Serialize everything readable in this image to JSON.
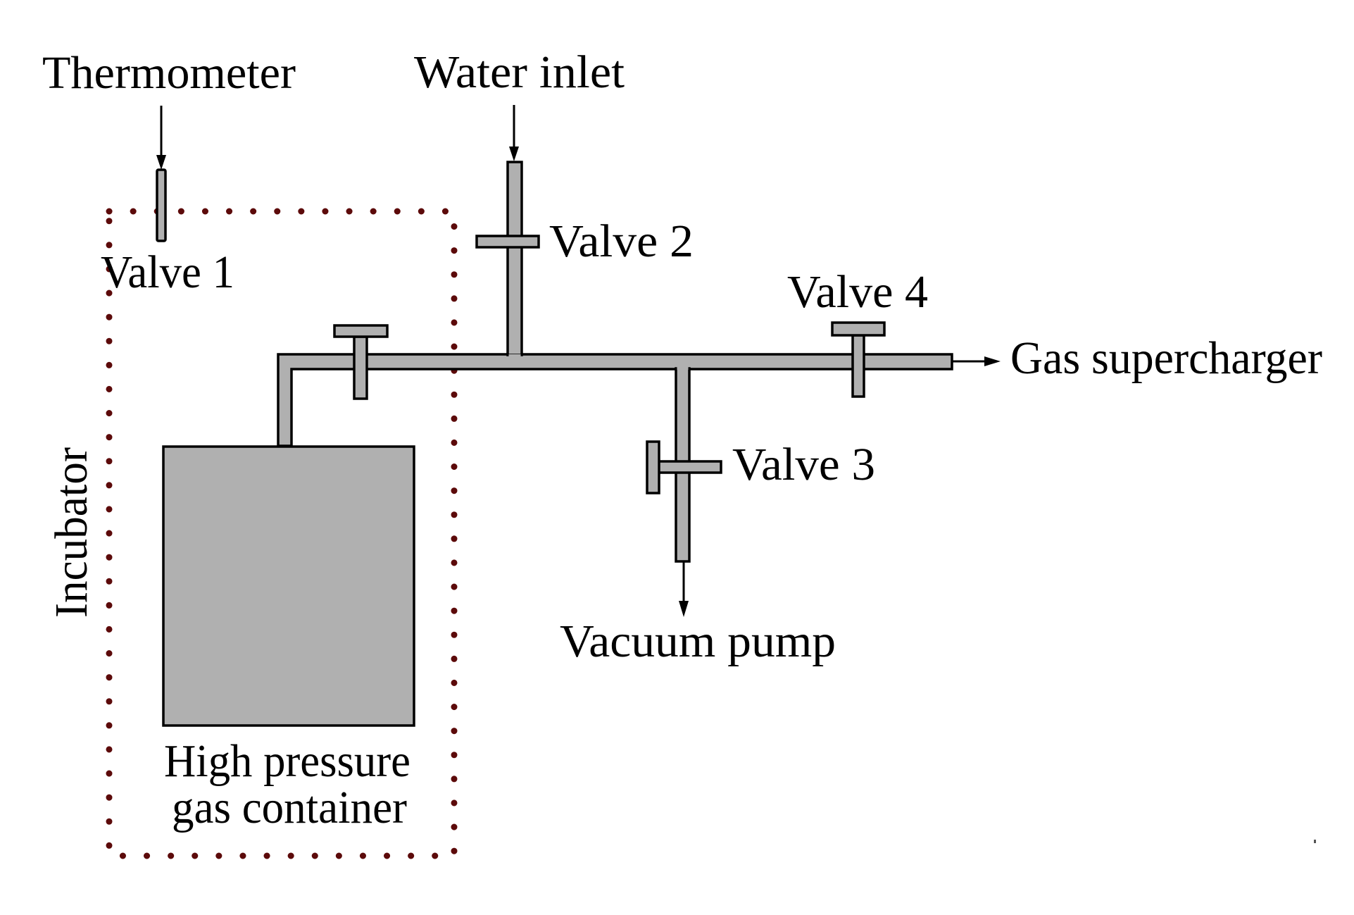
{
  "diagram": {
    "title": "High pressure gas apparatus schematic",
    "labels": {
      "thermometer": "Thermometer",
      "water_inlet": "Water inlet",
      "valve_1": "Valve 1",
      "valve_2": "Valve 2",
      "valve_3": "Valve 3",
      "valve_4": "Valve 4",
      "gas_supercharger": "Gas supercharger",
      "vacuum_pump": "Vacuum pump",
      "container_line1": "High pressure",
      "container_line2": "gas container",
      "incubator": "Incubator"
    },
    "components": [
      {
        "id": "thermometer",
        "type": "sensor",
        "inside": "incubator"
      },
      {
        "id": "container",
        "type": "high-pressure-gas-container",
        "inside": "incubator"
      },
      {
        "id": "valve_1",
        "type": "valve",
        "on": "main-line",
        "inside": "incubator"
      },
      {
        "id": "valve_2",
        "type": "valve",
        "on": "water-inlet-line"
      },
      {
        "id": "valve_3",
        "type": "valve",
        "on": "vacuum-line"
      },
      {
        "id": "valve_4",
        "type": "valve",
        "on": "main-line"
      }
    ],
    "connections": [
      {
        "from": "Water inlet",
        "to": "main-line",
        "via": "Valve 2",
        "direction": "in"
      },
      {
        "from": "main-line",
        "to": "Vacuum pump",
        "via": "Valve 3",
        "direction": "out"
      },
      {
        "from": "main-line",
        "to": "Gas supercharger",
        "via": "Valve 4",
        "direction": "out"
      },
      {
        "from": "High pressure gas container",
        "to": "main-line",
        "via": "Valve 1"
      }
    ],
    "colors": {
      "pipe_fill": "#b0b0b0",
      "outline": "#000000",
      "incubator_border": "#5c0a0a",
      "background": "#ffffff"
    }
  }
}
